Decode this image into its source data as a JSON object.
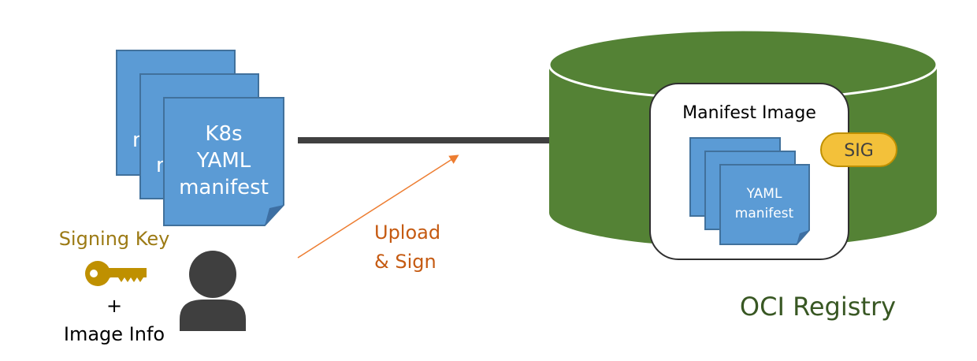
{
  "left_stack": {
    "back_doc_fragment_1": "m",
    "back_doc_fragment_2": "m",
    "front_doc_line_1": "K8s",
    "front_doc_line_2": "YAML",
    "front_doc_line_3": "manifest"
  },
  "signing": {
    "key_label": "Signing Key",
    "plus": "+",
    "info_label": "Image Info"
  },
  "action": {
    "line_1": "Upload",
    "line_2": "& Sign"
  },
  "registry": {
    "box_title": "Manifest Image",
    "signature_badge": "SIG",
    "inner_doc_line_1": "YAML",
    "inner_doc_line_2": "manifest",
    "name": "OCI Registry"
  },
  "colors": {
    "doc_fill": "#5b9bd5",
    "doc_border": "#41719c",
    "arrow_main": "#404040",
    "arrow_upload": "#ed7d31",
    "upload_text": "#c55a11",
    "cylinder_fill": "#548235",
    "registry_text": "#385723",
    "key_color": "#bf9000",
    "key_label_color": "#9c7a14",
    "sig_fill": "#f3c13a",
    "sig_border": "#bf9000",
    "person_fill": "#3f3f3f"
  }
}
